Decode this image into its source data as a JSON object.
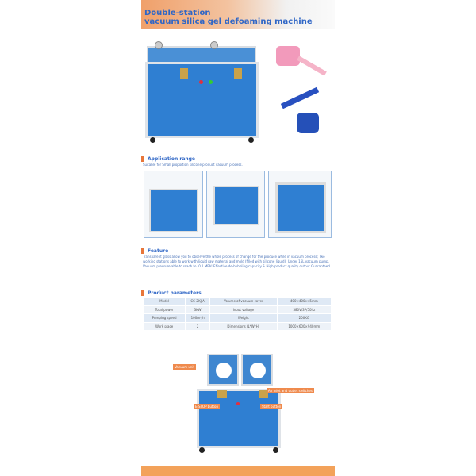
{
  "header": {
    "title": "Double-station\nvacuum silica gel defoaming machine"
  },
  "application": {
    "heading": "Application range",
    "text": "Suitable for Small proportion silicone product vacuum process."
  },
  "feature": {
    "heading": "Feature",
    "text": "Transparent glass allow you to observe the whole process of change for the produce while in vacuum process;  Two working stations able to work with liquid raw material and mold (filled with silicone liquid);  Under 15L vacuum pump, Vacuum pressure able to reach to -0.1 MPA!  Effective de-bubbling capacity & High product quality output Guaranteed."
  },
  "params": {
    "heading": "Product parameters",
    "rows": [
      [
        "Model",
        "CC-ZKJ-A",
        "Volume of vacuum cover",
        "400×400×45mm"
      ],
      [
        "Total power",
        "3KW",
        "Input voltage",
        "380V/3P/50hz"
      ],
      [
        "Pumping speed",
        "100m³/h",
        "Weight",
        "200KG"
      ],
      [
        "Work place",
        "2",
        "Dimensions (L*W*H)",
        "1000×600×940mm"
      ]
    ]
  },
  "callouts": {
    "vacuum": "Vacuum unit",
    "switches": "Air inlet and outlet switches",
    "estop": "E-STOP button",
    "start": "Start button"
  },
  "colors": {
    "accent": "#e8763a",
    "blue": "#2f66c6",
    "machine": "#2f7fd2"
  }
}
